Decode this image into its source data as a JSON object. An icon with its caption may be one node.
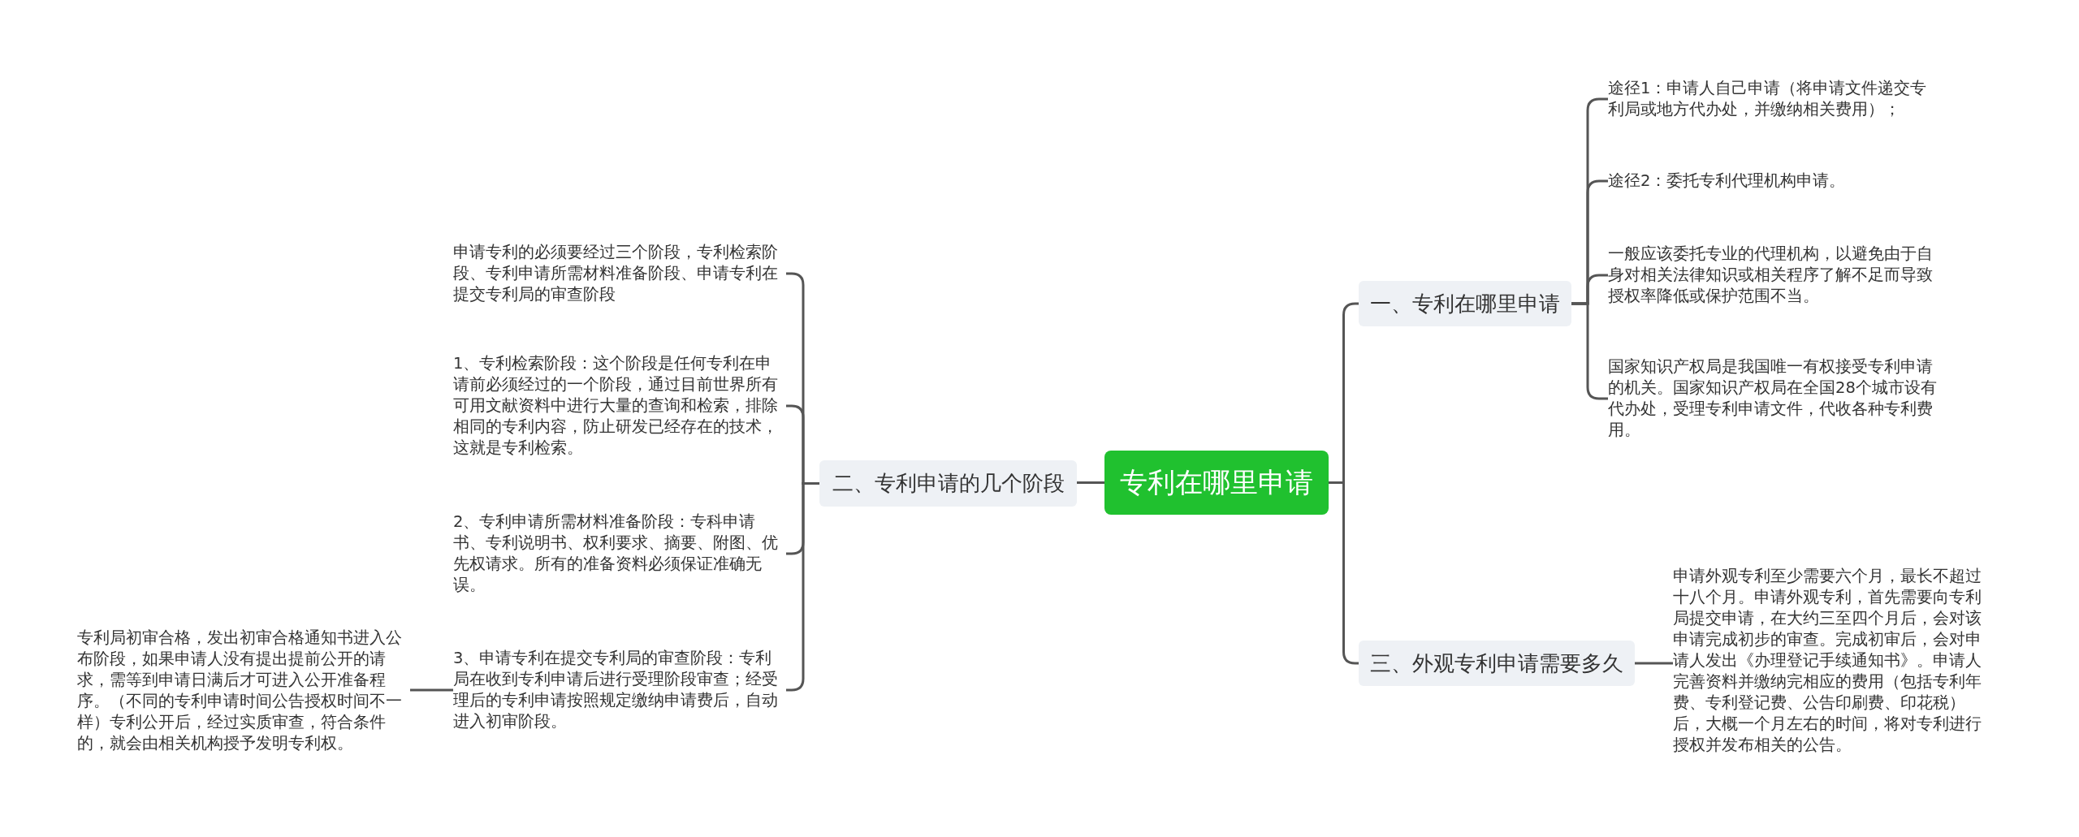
{
  "diagram": {
    "nodes": [
      {
        "text": [
          "专利在哪里申请"
        ]
      },
      {
        "text": [
          "一、专利在哪里申请"
        ]
      },
      {
        "text": [
          "途径1：申请人自己申请（将申请文件递交专利局或地方代办处，并缴纳相关费用）；"
        ]
      },
      {
        "text": [
          "途径2：委托专利代理机构申请。"
        ]
      },
      {
        "text": [
          "一般应该委托专业的代理机构，以避免由于自身对相关法律知识或相关程序了解不足而导致授权率降低或保护范围不当。"
        ]
      },
      {
        "text": [
          "国家知识产权局是我国唯一有权接受专利申请的机关。国家知识产权局在全国28个城市设有代办处，受理专利申请文件，代收各种专利费用。"
        ]
      },
      {
        "text": [
          "三、外观专利申请需要多久"
        ]
      },
      {
        "text": [
          "申请外观专利至少需要六个月，最长不超过十八个月。申请外观专利，首先需要向专利局提交申请，在大约三至四个月后，会对该申请完成初步的审查。完成初审后，会对申请人发出《办理登记手续通知书》。申请人完善资料并缴纳完相应的费用（包括专利年费、专利登记费、公告印刷费、印花税）后，大概一个月左右的时间，将对专利进行授权并发布相关的公告。"
        ]
      },
      {
        "text": [
          "二、专利申请的几个阶段"
        ]
      },
      {
        "text": [
          "申请专利的必须要经过三个阶段，专利检索阶段、专利申请所需材料准备阶段、申请专利在提交专利局的审查阶段"
        ]
      },
      {
        "text": [
          "1、专利检索阶段：这个阶段是任何专利在申请前必须经过的一个阶段，通过目前世界所有可用文献资料中进行大量的查询和检索，排除相同的专利内容，防止研发已经存在的技术，这就是专利检索。"
        ]
      },
      {
        "text": [
          "2、专利申请所需材料准备阶段：专科申请书、专利说明书、权利要求、摘要、附图、优先权请求。所有的准备资料必须保证准确无误。"
        ]
      },
      {
        "text": [
          "3、申请专利在提交专利局的审查阶段：专利局在收到专利申请后进行受理阶段审查；经受理后的专利申请按照规定缴纳申请费后，自动进入初审阶段。"
        ]
      },
      {
        "text": [
          "专利局初审合格，发出初审合格通知书进入公布阶段，如果申请人没有提出提前公开的请求，需等到申请日满后才可进入公开准备程序。（不同的专利申请时间公告授权时间不一样）专利公开后，经过实质审查，符合条件的，就会由相关机构授予发明专利权。"
        ]
      }
    ],
    "edges": [
      {
        "from": 0,
        "to": 1,
        "arrow": "none"
      },
      {
        "from": 0,
        "to": 6,
        "arrow": "none"
      },
      {
        "from": 0,
        "to": 8,
        "arrow": "none"
      },
      {
        "from": 1,
        "to": 2,
        "arrow": "none"
      },
      {
        "from": 1,
        "to": 3,
        "arrow": "none"
      },
      {
        "from": 1,
        "to": 4,
        "arrow": "none"
      },
      {
        "from": 1,
        "to": 5,
        "arrow": "none"
      },
      {
        "from": 6,
        "to": 7,
        "arrow": "none"
      },
      {
        "from": 8,
        "to": 9,
        "arrow": "none"
      },
      {
        "from": 8,
        "to": 10,
        "arrow": "none"
      },
      {
        "from": 8,
        "to": 11,
        "arrow": "none"
      },
      {
        "from": 8,
        "to": 12,
        "arrow": "none"
      },
      {
        "from": 12,
        "to": 13,
        "arrow": "none"
      }
    ]
  }
}
